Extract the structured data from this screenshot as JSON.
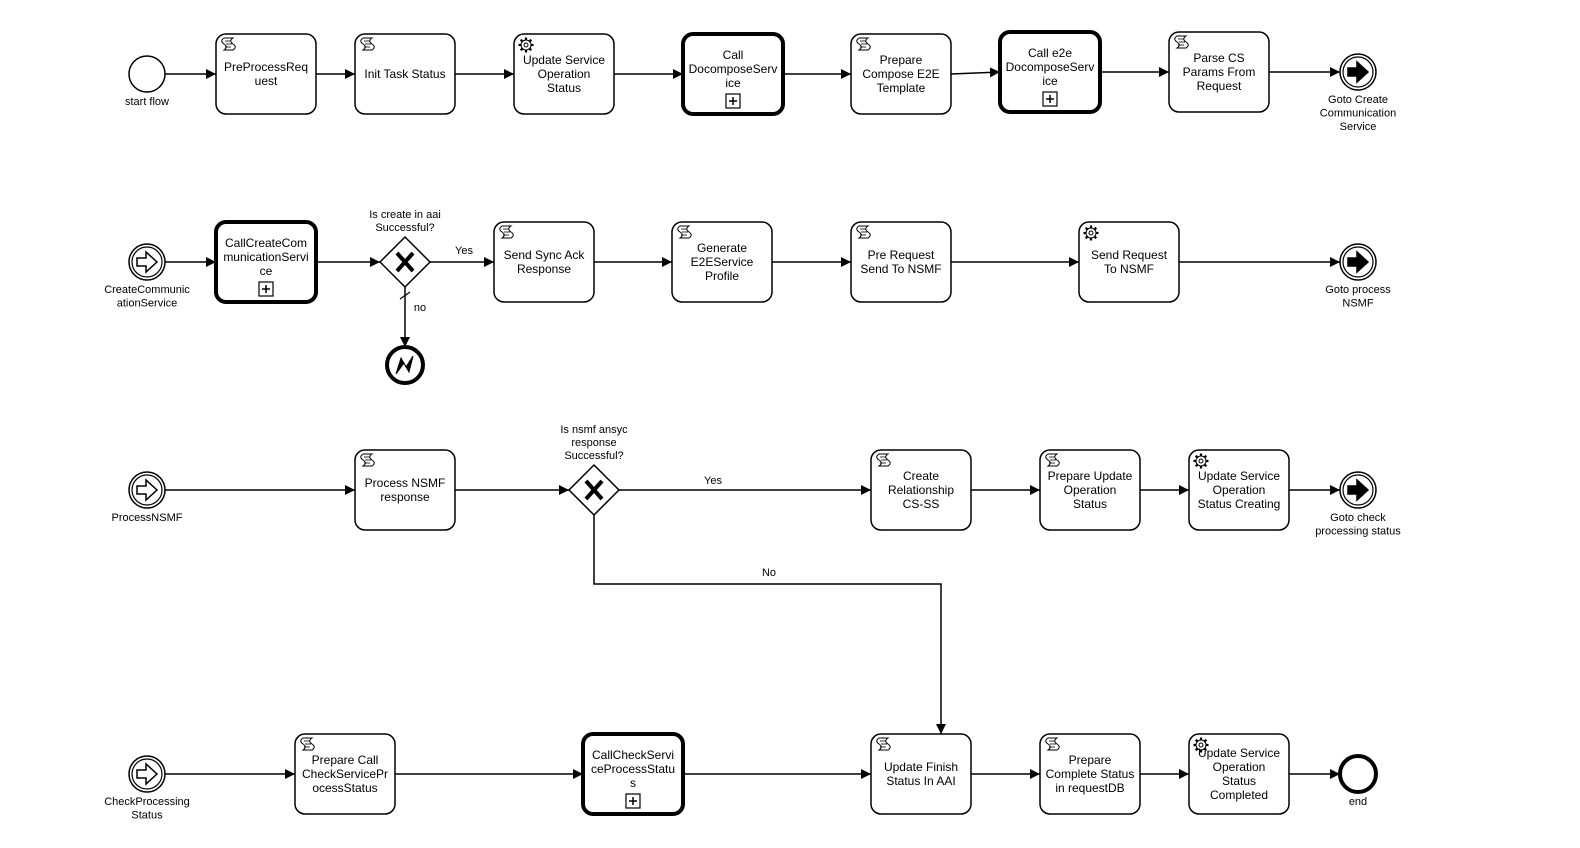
{
  "diagram": {
    "rows": [
      {
        "id": "row1",
        "elements": [
          {
            "id": "r1_start",
            "kind": "start-event",
            "label": [
              "start flow"
            ]
          },
          {
            "id": "r1_t1",
            "kind": "script-task",
            "label": [
              "PreProcessReq",
              "uest"
            ]
          },
          {
            "id": "r1_t2",
            "kind": "script-task",
            "label": [
              "Init Task Status"
            ]
          },
          {
            "id": "r1_t3",
            "kind": "service-task",
            "label": [
              "Update Service",
              "Operation",
              "Status"
            ]
          },
          {
            "id": "r1_t4",
            "kind": "call-activity",
            "label": [
              "Call",
              "DocomposeServ",
              "ice"
            ]
          },
          {
            "id": "r1_t5",
            "kind": "script-task",
            "label": [
              "Prepare",
              "Compose E2E",
              "Template"
            ]
          },
          {
            "id": "r1_t6",
            "kind": "call-activity",
            "label": [
              "Call e2e",
              "DocomposeServ",
              "ice"
            ]
          },
          {
            "id": "r1_t7",
            "kind": "script-task",
            "label": [
              "Parse CS",
              "Params From",
              "Request"
            ]
          },
          {
            "id": "r1_end",
            "kind": "link-throw",
            "label": [
              "Goto Create",
              "Communication",
              "Service"
            ]
          }
        ]
      },
      {
        "id": "row2",
        "elements": [
          {
            "id": "r2_start",
            "kind": "link-catch",
            "label": [
              "CreateCommunic",
              "ationService"
            ]
          },
          {
            "id": "r2_t1",
            "kind": "call-activity",
            "label": [
              "CallCreateCom",
              "municationServi",
              "ce"
            ]
          },
          {
            "id": "r2_gw",
            "kind": "gateway",
            "label": [
              "Is create in aai",
              "Successful?"
            ]
          },
          {
            "id": "r2_err",
            "kind": "error-end",
            "label": []
          },
          {
            "id": "r2_t2",
            "kind": "script-task",
            "label": [
              "Send Sync Ack",
              "Response"
            ]
          },
          {
            "id": "r2_t3",
            "kind": "script-task",
            "label": [
              "Generate",
              "E2EService",
              "Profile"
            ]
          },
          {
            "id": "r2_t4",
            "kind": "script-task",
            "label": [
              "Pre Request",
              "Send To NSMF"
            ]
          },
          {
            "id": "r2_t5",
            "kind": "service-task",
            "label": [
              "Send Request",
              "To NSMF"
            ]
          },
          {
            "id": "r2_end",
            "kind": "link-throw",
            "label": [
              "Goto process",
              "NSMF"
            ]
          }
        ]
      },
      {
        "id": "row3",
        "elements": [
          {
            "id": "r3_start",
            "kind": "link-catch",
            "label": [
              "ProcessNSMF"
            ]
          },
          {
            "id": "r3_t1",
            "kind": "script-task",
            "label": [
              "Process NSMF",
              "response"
            ]
          },
          {
            "id": "r3_gw",
            "kind": "gateway",
            "label": [
              "Is nsmf ansyc",
              "response",
              "Successful?"
            ]
          },
          {
            "id": "r3_t2",
            "kind": "script-task",
            "label": [
              "Create",
              "Relationship",
              "CS-SS"
            ]
          },
          {
            "id": "r3_t3",
            "kind": "script-task",
            "label": [
              "Prepare Update",
              "Operation",
              "Status"
            ]
          },
          {
            "id": "r3_t4",
            "kind": "service-task",
            "label": [
              "Update Service",
              "Operation",
              "Status Creating"
            ]
          },
          {
            "id": "r3_end",
            "kind": "link-throw",
            "label": [
              "Goto check",
              "processing status"
            ]
          }
        ]
      },
      {
        "id": "row4",
        "elements": [
          {
            "id": "r4_start",
            "kind": "link-catch",
            "label": [
              "CheckProcessing",
              "Status"
            ]
          },
          {
            "id": "r4_t1",
            "kind": "script-task",
            "label": [
              "Prepare Call",
              "CheckServicePr",
              "ocessStatus"
            ]
          },
          {
            "id": "r4_t2",
            "kind": "call-activity",
            "label": [
              "CallCheckServi",
              "ceProcessStatu",
              "s"
            ]
          },
          {
            "id": "r4_t3",
            "kind": "script-task",
            "label": [
              "Update Finish",
              "Status In AAI"
            ]
          },
          {
            "id": "r4_t4",
            "kind": "script-task",
            "label": [
              "Prepare",
              "Complete Status",
              "in requestDB"
            ]
          },
          {
            "id": "r4_t5",
            "kind": "service-task",
            "label": [
              "Update Service",
              "Operation",
              "Status",
              "Completed"
            ]
          },
          {
            "id": "r4_end",
            "kind": "end-event",
            "label": [
              "end"
            ]
          }
        ]
      }
    ],
    "flows": [
      {
        "id": "f_r2_yes",
        "label": "Yes"
      },
      {
        "id": "f_r2_no",
        "label": "no"
      },
      {
        "id": "f_r3_yes",
        "label": "Yes"
      },
      {
        "id": "f_r3_no",
        "label": "No"
      }
    ]
  }
}
